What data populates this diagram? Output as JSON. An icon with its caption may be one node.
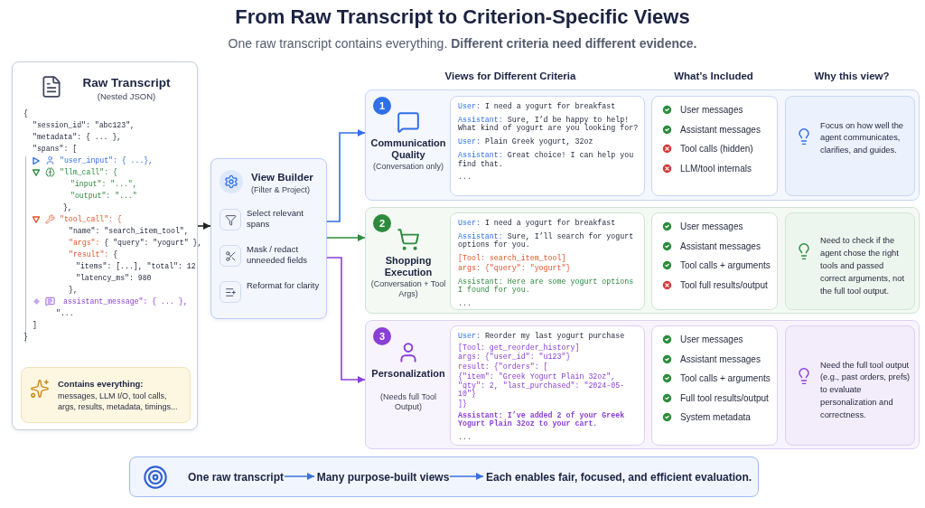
{
  "diagram": {
    "title": "From Raw Transcript to Criterion-Specific Views",
    "nodes": [
      {
        "text": [
          "Raw Transcript",
          "(Nested JSON)",
          "{",
          "\"session_id\": \"abc123\",",
          "\"metadata\": { ... },",
          "\"spans\": [",
          "\"user_input\": { ...},",
          "\"llm_call\": {",
          "\"input\": \"...\",",
          "\"output\": \"...\"",
          "},",
          "\"tool_call\": {",
          "\"name\": \"search_item_tool\",",
          "\"args\": { \"query\": \"yogurt\" },",
          "\"result\": {",
          "\"items\": [...], \"total\": 12",
          "\"latency_ms\": 980",
          "},",
          "assistant_message\": { ... },",
          "\"...",
          "]",
          "}"
        ]
      },
      {
        "text": [
          "Contains everything:",
          "messages, LLM I/O, tool calls, args, results, metadata, timings..."
        ],
        "in": 0
      },
      {
        "text": [
          "View Builder",
          "(Filter & Project)",
          "Select relevant spans",
          "Mask / redact unneeded fields",
          "Reformat for clarity"
        ]
      },
      {
        "text": [
          "1",
          "Communication Quality",
          "(Conversation only)"
        ]
      },
      {
        "text": [
          "User: I need a yogurt for breakfast",
          "Assistant: Sure, I’d be happy to help! What kind of yogurt are you looking for?",
          "User: Plain Greek yogurt, 32oz",
          "Assistant: Great choice! I can help you find that.",
          "..."
        ],
        "in": 3
      },
      {
        "text": [
          "User messages",
          "Assistant messages",
          "Tool calls (hidden)",
          "LLM/tool internals"
        ],
        "in": 3
      },
      {
        "text": [
          "Focus on how well the agent communicates, clarifies, and guides."
        ],
        "in": 3
      },
      {
        "text": [
          "2",
          "Shopping Execution",
          "(Conversation + Tool Args)"
        ]
      },
      {
        "text": [
          "User: I need a yogurt for breakfast",
          "Assistant: Sure, I’ll search for yogurt options for you.",
          "[Tool: search_item_tool]",
          "args: {\"query\": \"yogurt\"}",
          "Assistant: Here are some yogurt options I found for you.",
          "..."
        ],
        "in": 7
      },
      {
        "text": [
          "User messages",
          "Assistant messages",
          "Tool calls + arguments",
          "Tool full results/output"
        ],
        "in": 7
      },
      {
        "text": [
          "Need to check if the agent chose the right tools and passed correct arguments, not the full tool output."
        ],
        "in": 7
      },
      {
        "text": [
          "3",
          "Personalization",
          "(Needs full Tool Output)"
        ]
      },
      {
        "text": [
          "User: Reorder my last yogurt purchase",
          "[Tool: get_reorder_history]",
          "args: {\"user_id\": \"u123\"}",
          "result: {\"orders\": [",
          "{\"item\": \"Greek Yogurt Plain 32oz\", \"qty\": 2, \"last_purchased\": \"2024-05-10\"}",
          "]}",
          "Assistant: I’ve added 2 of your Greek Yogurt Plain 32oz to your cart.",
          "..."
        ],
        "in": 11
      },
      {
        "text": [
          "User messages",
          "Assistant messages",
          "Tool calls + arguments",
          "Full tool results/output",
          "System metadata"
        ],
        "in": 11
      },
      {
        "text": [
          "Need the full tool output (e.g., past orders, prefs) to evaluate personalization and correctness."
        ],
        "in": 11
      },
      {
        "text": [],
        "shape": "box"
      },
      {
        "text": [
          "One raw transcript"
        ],
        "in": 15
      },
      {
        "text": [
          "Many purpose-built views"
        ],
        "in": 15
      },
      {
        "text": [
          "Each enables fair, focused, and efficient evaluation."
        ],
        "in": 15
      }
    ],
    "edges": [
      {
        "from": 0,
        "to": 2,
        "arrow": "to",
        "color": "#222222"
      },
      {
        "from": 2,
        "to": 3,
        "arrow": "to",
        "color": "#2f6fe8"
      },
      {
        "from": 2,
        "to": 7,
        "arrow": "to",
        "color": "#2e8b3e"
      },
      {
        "from": 2,
        "to": 11,
        "arrow": "to",
        "color": "#8a3fd6"
      },
      {
        "from": 16,
        "to": 17,
        "arrow": "to",
        "color": "#3b6fe0"
      },
      {
        "from": 17,
        "to": 18,
        "arrow": "to",
        "color": "#3b6fe0"
      }
    ],
    "labels": [
      "One raw transcript contains everything. **Different criteria need different evidence.**",
      "Views for Different Criteria",
      "What’s Included",
      "Why this view?"
    ]
  }
}
